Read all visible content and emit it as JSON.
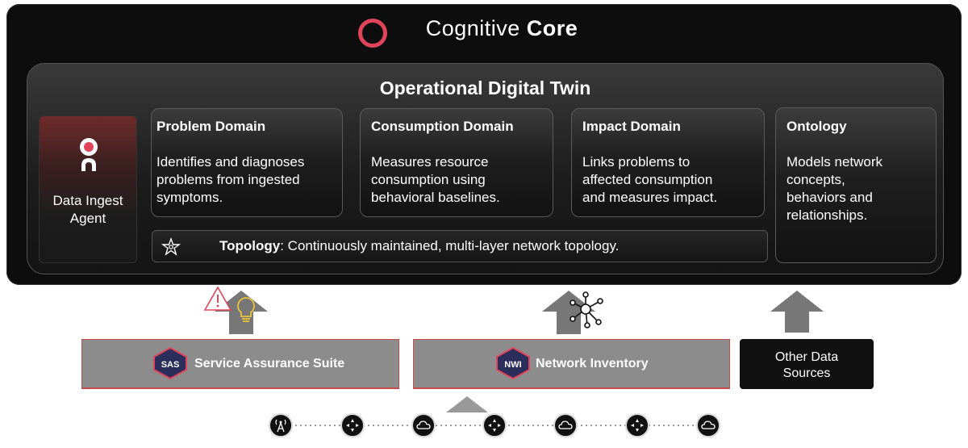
{
  "core": {
    "title_prefix": "Cognitive",
    "title_bold": "Core",
    "ring_color": "#e0445a"
  },
  "twin": {
    "title": "Operational Digital Twin"
  },
  "agent": {
    "line1": "Data Ingest",
    "line2": "Agent",
    "icon": "person-icon"
  },
  "cards": [
    {
      "title": "Problem Domain",
      "body": [
        "Identifies and diagnoses",
        "problems from ingested",
        "symptoms."
      ]
    },
    {
      "title": "Consumption Domain",
      "body": [
        "Measures resource",
        "consumption using",
        "behavioral baselines."
      ]
    },
    {
      "title": "Impact Domain",
      "body": [
        "Links problems to",
        "affected consumption",
        "and measures impact."
      ]
    },
    {
      "title": "Ontology",
      "body": [
        "Models network",
        "concepts,",
        "behaviors and",
        "relationships."
      ]
    }
  ],
  "topology": {
    "label": "Topology",
    "text": ": Continuously maintained, multi-layer network topology.",
    "icon": "topology-icon"
  },
  "sources": {
    "sas": {
      "badge": "SAS",
      "label": "Service Assurance Suite"
    },
    "nwi": {
      "badge": "NWI",
      "label": "Network Inventory"
    },
    "other": {
      "line1": "Other Data",
      "line2": "Sources"
    }
  },
  "colors": {
    "accent": "#e0445a",
    "arrow": "#777777",
    "source_border": "#c94b4b"
  },
  "network_nodes": [
    "antenna-icon",
    "router-icon",
    "cloud-icon",
    "router-icon",
    "cloud-icon",
    "router-icon",
    "cloud-icon"
  ]
}
